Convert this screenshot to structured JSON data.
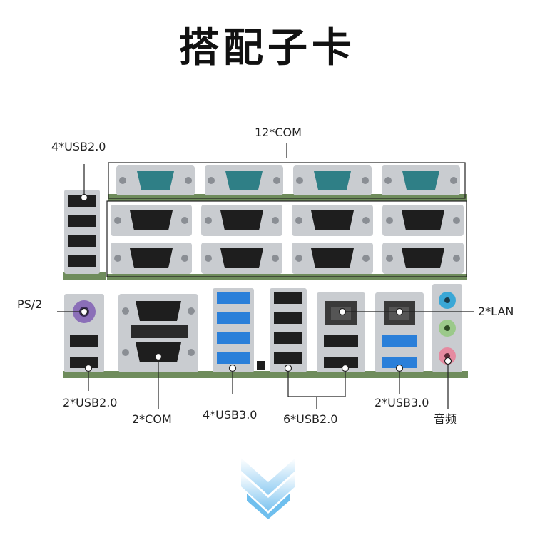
{
  "title": "搭配子卡",
  "labels": {
    "com12": "12*COM",
    "usb20_4": "4*USB2.0",
    "ps2": "PS/2",
    "lan2": "2*LAN",
    "usb20_2": "2*USB2.0",
    "com2": "2*COM",
    "usb30_4": "4*USB3.0",
    "usb20_6": "6*USB2.0",
    "usb30_2": "2*USB3.0",
    "audio": "音频"
  },
  "colors": {
    "pcb": "#6f8c5c",
    "metal": "#c9ccd0",
    "usb2_port": "#1f1f1f",
    "usb3_port": "#2a7fd9",
    "com_teal": "#2f7f86",
    "audio_blue": "#3aa7d6",
    "audio_green": "#9bc98a",
    "audio_pink": "#e58aa0",
    "ps2_purple": "#8b6fb8",
    "arrow": "#7ec4f0"
  },
  "icons": [
    "down-arrow-icon"
  ]
}
